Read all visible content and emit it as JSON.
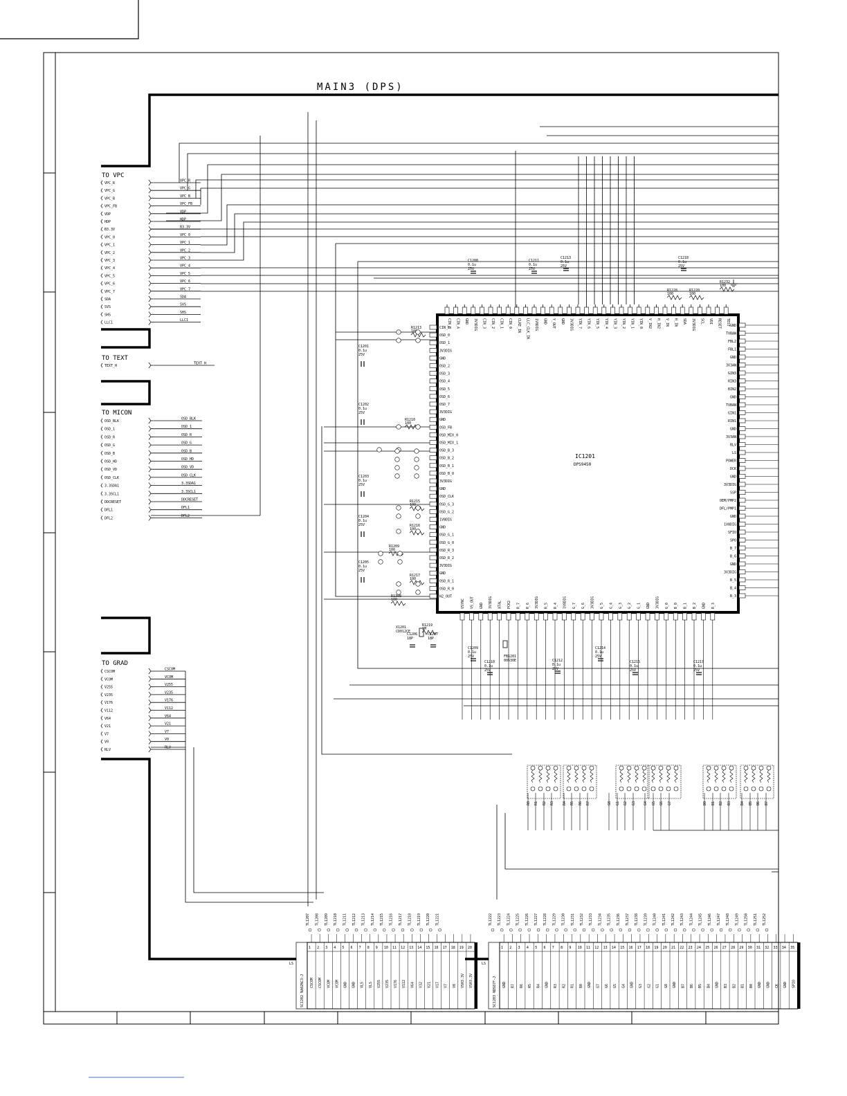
{
  "page_title": "MAIN3 (DPS)",
  "ic": {
    "ref": "IC1201",
    "part": "DPS9450"
  },
  "sections": {
    "vpc": {
      "header": "TO VPC",
      "signals": [
        "VPC_R",
        "VPC_G",
        "VPC_B",
        "VPC_FB",
        "VDP",
        "HDP",
        "B3.3V",
        "VPC_0",
        "VPC_1",
        "VPC_2",
        "VPC_3",
        "VPC_4",
        "VPC_5",
        "VPC_6",
        "VPC_7",
        "SDA",
        "SVS",
        "SHS",
        "LLC1"
      ]
    },
    "text": {
      "header": "TO TEXT",
      "signals": [
        "TEXT_H"
      ]
    },
    "micon": {
      "header": "TO MICON",
      "signals": [
        "OSD_BLK",
        "OSD_1",
        "OSD_R",
        "OSD_G",
        "OSD_B",
        "OSD_HD",
        "OSD_VD",
        "OSD_CLK",
        "3.3SDA1",
        "3.3SCL1",
        "DDCRESET",
        "DFL1",
        "DFL2"
      ]
    },
    "grad": {
      "header": "TO GRAD",
      "signals": [
        "CSCOM",
        "VCOM",
        "V255",
        "V235",
        "V176",
        "V112",
        "V64",
        "V21",
        "V7",
        "V0",
        "RLV"
      ]
    }
  },
  "ic_pins": {
    "left": [
      "CIN_F",
      "OSD_0",
      "OSD_1",
      "3V3DIG",
      "GND",
      "OSD_2",
      "OSD_3",
      "OSD_4",
      "OSD_5",
      "OSD_6",
      "OSD_7",
      "3V3DIG",
      "GND",
      "OSD_FB",
      "OSD_MIX_0",
      "OSD_MIX_1",
      "OSD_B_3",
      "OSD_B_2",
      "OSD_B_1",
      "OSD_B_0",
      "3V3DIG",
      "GND",
      "OSD_CLK",
      "OSD_G_3",
      "OSD_G_2",
      "1V8DIG",
      "GND",
      "OSD_G_1",
      "OSD_G_0",
      "OSD_R_3",
      "OSD_R_2",
      "3V3DIG",
      "GND",
      "OSD_R_1",
      "OSD_R_0",
      "H2_OUT"
    ],
    "right": [
      "GND",
      "TVBAN",
      "FBL2",
      "FBL1",
      "GND",
      "3V3AN",
      "GIN3",
      "RIN3",
      "BIN2",
      "GND",
      "TVBAN",
      "GIN1",
      "RIN1",
      "GND",
      "3V3AN",
      "RLV",
      "LS",
      "POWER",
      "DCK",
      "GND",
      "3V3DIG",
      "SSP",
      "OEM/PMP2",
      "DFL/PMP1",
      "GND",
      "1V8DIG",
      "SFIO",
      "SPO",
      "B_7",
      "B_6",
      "GND",
      "3V3DIG",
      "B_5",
      "B_4",
      "B_3"
    ],
    "top": [
      "CIN_B",
      "CIN_A",
      "GND",
      "3V3DIG",
      "CIN_3",
      "CIN_2",
      "CIN_1",
      "CIN_0",
      "CLKE_IN",
      "LLC_CLK_IN",
      "1V8DIG",
      "GND",
      "Y_OUT",
      "GND",
      "3V3DIG",
      "YIN_7",
      "YIN_6",
      "YIN_5",
      "YIN_4",
      "YIN_3",
      "YIN_2",
      "YIN_1",
      "YIN_0",
      "V_IN2",
      "H_IN2",
      "V_IN",
      "H_IN",
      "SDA",
      "3V3DIG",
      "SCL",
      "VDI",
      "RESET",
      "TEST"
    ],
    "bottom": [
      "VSYNC",
      "VS_OUT",
      "GND",
      "3V3DIG",
      "XTAL",
      "PCK2",
      "R_7",
      "R_6",
      "3V3DIG",
      "R_5",
      "R_4",
      "1V8DIG",
      "G_7",
      "G_6",
      "3V3DIG",
      "G_5",
      "G_4",
      "G_3",
      "G_2",
      "G_1",
      "GND",
      "3V3DIG",
      "G_0",
      "B_0",
      "B_1",
      "B_2",
      "GND",
      "R_3"
    ]
  },
  "components": [
    {
      "ref": "C1208",
      "value": "0.1u",
      "rating": "25V"
    },
    {
      "ref": "C1211",
      "value": "0.1u",
      "rating": "25V"
    },
    {
      "ref": "C1213",
      "value": "0.1u",
      "rating": "25V"
    },
    {
      "ref": "C1218",
      "value": "0.1u",
      "rating": "25V"
    },
    {
      "ref": "C1201",
      "value": "0.1u",
      "rating": "25V"
    },
    {
      "ref": "C1202",
      "value": "0.1u",
      "rating": "25V"
    },
    {
      "ref": "C1203",
      "value": "0.1u",
      "rating": "25V"
    },
    {
      "ref": "C1204",
      "value": "0.1u",
      "rating": "25V"
    },
    {
      "ref": "C1205",
      "value": "0.1u",
      "rating": "25V"
    },
    {
      "ref": "C1209",
      "value": "0.1u",
      "rating": "25V"
    },
    {
      "ref": "C1210",
      "value": "0.1u",
      "rating": "25V"
    },
    {
      "ref": "C1212",
      "value": "0.1u",
      "rating": "25V"
    },
    {
      "ref": "C1214",
      "value": "0.1u",
      "rating": "25V"
    },
    {
      "ref": "C1215",
      "value": "0.1u",
      "rating": "25V"
    },
    {
      "ref": "C1217",
      "value": "0.1u",
      "rating": "25V"
    },
    {
      "ref": "R1213",
      "value": "100"
    },
    {
      "ref": "R1210",
      "value": "100"
    },
    {
      "ref": "R1215",
      "value": "100"
    },
    {
      "ref": "R1216",
      "value": "100"
    },
    {
      "ref": "R1209",
      "value": "100"
    },
    {
      "ref": "R1217",
      "value": "100"
    },
    {
      "ref": "R1308",
      "value": "100"
    },
    {
      "ref": "R1219",
      "value": "1M"
    },
    {
      "ref": "R1220",
      "value": "100"
    },
    {
      "ref": "R1228",
      "value": "100"
    },
    {
      "ref": "R1232",
      "value": "100"
    },
    {
      "ref": "X1201",
      "value": "CD012CE"
    },
    {
      "ref": "C1206",
      "value": "18P"
    },
    {
      "ref": "C1207",
      "value": "18P"
    },
    {
      "ref": "FB1201",
      "value": "00630E"
    }
  ],
  "rgb_bus": [
    "R0",
    "R1",
    "R2",
    "R3",
    "R4",
    "R5",
    "R6",
    "R7",
    "G0",
    "G1",
    "G2",
    "G3",
    "G4",
    "G5",
    "G6",
    "G7",
    "B0",
    "B1",
    "B2",
    "B3",
    "B4",
    "B5",
    "B6",
    "B7"
  ],
  "connectors": [
    {
      "ref": "SC1202",
      "part": "NA02NC3-J",
      "ls": "LS",
      "pins": [
        "CSCOM",
        "CSCOM",
        "VCOM",
        "VCOM",
        "GND",
        "GND",
        "VLS",
        "VLS",
        "V255",
        "V235",
        "V176",
        "V112",
        "V64",
        "V32",
        "V21",
        "V17",
        "V7",
        "V0",
        "VSH3.3V",
        "VSH3.3V"
      ]
    },
    {
      "ref": "SC1203",
      "part": "NDS87F-J",
      "ls": "LS",
      "pins": [
        "GND",
        "R7",
        "R6",
        "R5",
        "R4",
        "GND",
        "R3",
        "R2",
        "R1",
        "R0",
        "GND",
        "G7",
        "G6",
        "G5",
        "G4",
        "GND",
        "G3",
        "G2",
        "G1",
        "G0",
        "GND",
        "B7",
        "B6",
        "B5",
        "B4",
        "GND",
        "B3",
        "B2",
        "B1",
        "B0",
        "GND",
        "GND",
        "CK",
        "GND",
        "SPIO"
      ]
    }
  ],
  "tp_labels": {
    "sc1202": [
      "TL1207",
      "TL1208",
      "TL1209",
      "TL1210",
      "TL1211",
      "TL1212",
      "TL1213",
      "TL1214",
      "TL1215",
      "TL1216",
      "TL1217",
      "TL1218",
      "TL1219",
      "TL1220",
      "TL1221"
    ],
    "sc1203": [
      "TL1222",
      "TL1223",
      "TL1224",
      "TL1225",
      "TL1226",
      "TL1227",
      "TL1228",
      "TL1229",
      "TL1230",
      "TL1231",
      "TL1232",
      "TL1233",
      "TL1234",
      "TL1235",
      "TL1236",
      "TL1237",
      "TL1238",
      "TL1239",
      "TL1240",
      "TL1241",
      "TL1242",
      "TL1243",
      "TL1244",
      "TL1245",
      "TL1246",
      "TL1247",
      "TL1248",
      "TL1249",
      "TL1250",
      "TL1251",
      "TL1252"
    ]
  }
}
